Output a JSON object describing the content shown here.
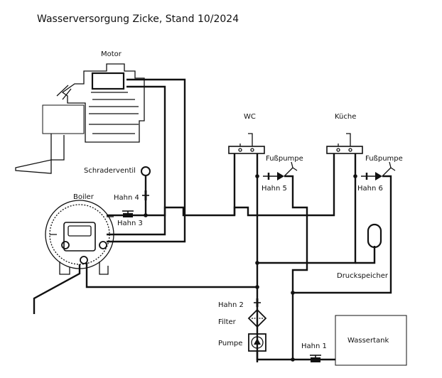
{
  "title": "Wasserversorgung Zicke, Stand 10/2024",
  "labels": {
    "motor": "Motor",
    "wc": "WC",
    "kueche": "Küche",
    "fusspumpe_wc": "Fußpumpe",
    "fusspumpe_kueche": "Fußpumpe",
    "schraderventil": "Schraderventil",
    "hahn4": "Hahn 4",
    "boiler": "Boiler",
    "hahn3": "Hahn 3",
    "hahn5": "Hahn 5",
    "hahn6": "Hahn 6",
    "druckspeicher": "Druckspeicher",
    "hahn2": "Hahn 2",
    "filter": "Filter",
    "pumpe": "Pumpe",
    "hahn1": "Hahn 1",
    "wassertank": "Wassertank"
  },
  "colors": {
    "line": "#111111",
    "background": "#ffffff"
  }
}
